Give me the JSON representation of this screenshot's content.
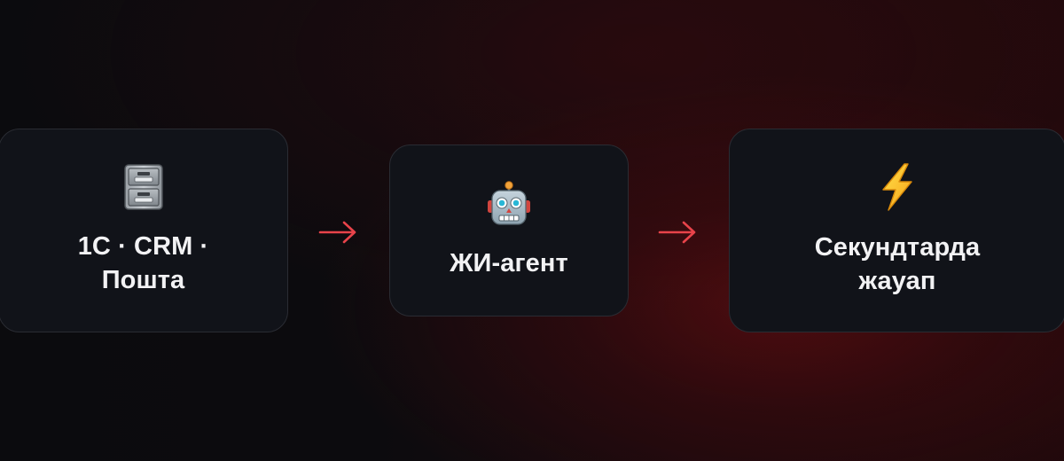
{
  "nodes": [
    {
      "id": "source",
      "icon": "file-cabinet-icon",
      "label": "1C · CRM ·\nПошта"
    },
    {
      "id": "agent",
      "icon": "robot-icon",
      "label": "ЖИ-агент"
    },
    {
      "id": "result",
      "icon": "lightning-icon",
      "label": "Секундтарда\nжауап"
    }
  ],
  "colors": {
    "card_background": "#111319",
    "card_border": "#2a2c33",
    "text": "#f2f2f4",
    "arrow": "#e8434a",
    "background_glow": "#7a0e12"
  }
}
